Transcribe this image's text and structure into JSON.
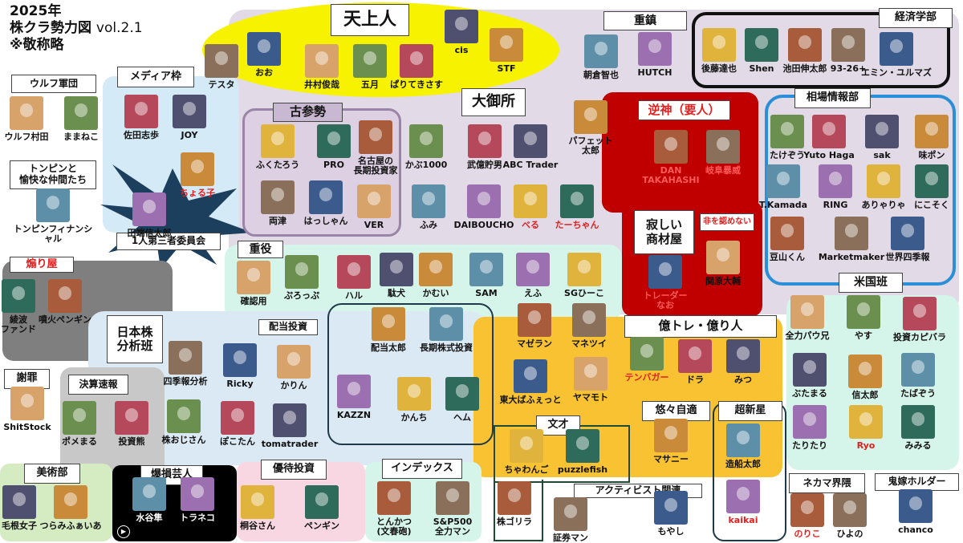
{
  "title": {
    "line1": "2025年",
    "line2": "株クラ勢力図",
    "version": "vol.2.1",
    "note": "※敬称略"
  },
  "colors": {
    "lavender": "#e2dae6",
    "yellow": "#f7f200",
    "red": "#c00000",
    "orange": "#f8c232",
    "mint": "#d6f5ea",
    "lightblue": "#d4ebf7",
    "grey": "#7f7f7f",
    "accent_red": "#e02020"
  },
  "groups": {
    "tenjo": {
      "label": "天上人",
      "members": [
        {
          "name": "テスタ"
        },
        {
          "name": "おお"
        },
        {
          "name": "井村俊哉"
        },
        {
          "name": "五月"
        },
        {
          "name": "ぱりてきさす"
        },
        {
          "name": "cis"
        },
        {
          "name": "STF"
        }
      ]
    },
    "juchin": {
      "label": "重鎮",
      "members": [
        {
          "name": "朝倉智也"
        },
        {
          "name": "HUTCH"
        }
      ]
    },
    "keizai": {
      "label": "経済学部",
      "members": [
        {
          "name": "後藤達也"
        },
        {
          "name": "Shen"
        },
        {
          "name": "池田伸太郎"
        },
        {
          "name": "93-26+"
        },
        {
          "name": "エミン・ユルマズ"
        }
      ]
    },
    "wolf": {
      "label": "ウルフ軍団",
      "members": [
        {
          "name": "ウルフ村田"
        },
        {
          "name": "ままねこ"
        }
      ]
    },
    "media": {
      "label": "メディア枠",
      "members": [
        {
          "name": "佐田志歩"
        },
        {
          "name": "JOY"
        },
        {
          "name": "ちょる子",
          "red": true
        }
      ]
    },
    "tonpin": {
      "label": "トンピンと\n愉快な仲間たち",
      "members": [
        {
          "name": "トンピンフィナンシャル"
        }
      ]
    },
    "daisansha": {
      "label": "1人第三者委員会",
      "members": [
        {
          "name": "田端信太郎"
        }
      ]
    },
    "kosan": {
      "label": "古参勢",
      "members": [
        {
          "name": "ふくたろう"
        },
        {
          "name": "PRO"
        },
        {
          "name": "名古屋の\n長期投資家"
        },
        {
          "name": "両津"
        },
        {
          "name": "はっしゃん"
        },
        {
          "name": "VER"
        }
      ]
    },
    "ogosho": {
      "label": "大御所",
      "members": [
        {
          "name": "かぶ1000"
        },
        {
          "name": "武億貯男"
        },
        {
          "name": "ABC Trader"
        },
        {
          "name": "パフェット\n太郎"
        },
        {
          "name": "ふみ"
        },
        {
          "name": "DAIBOUCHO"
        },
        {
          "name": "べる",
          "red": true
        },
        {
          "name": "たーちゃん",
          "red": true
        }
      ]
    },
    "gyakushin": {
      "label": "逆神（要人）",
      "members": [
        {
          "name": "DAN\nTAKAHASHI"
        },
        {
          "name": "岐阜暴威"
        }
      ]
    },
    "shozai": {
      "label": "寂しい\n商材屋",
      "members": [
        {
          "name": "トレーダー\nなお"
        }
      ]
    },
    "hi": {
      "label": "非を認めない",
      "members": [
        {
          "name": "関原大輔"
        }
      ]
    },
    "soba": {
      "label": "相場情報部",
      "members": [
        {
          "name": "たけぞう"
        },
        {
          "name": "Yuto Haga"
        },
        {
          "name": "sak"
        },
        {
          "name": "味ポン"
        },
        {
          "name": "T.Kamada"
        },
        {
          "name": "RING"
        },
        {
          "name": "ありゃりゃ"
        },
        {
          "name": "にこそく"
        },
        {
          "name": "豆山くん"
        },
        {
          "name": "Marketmaker"
        },
        {
          "name": "世界四季報"
        }
      ]
    },
    "juyaku": {
      "label": "重役",
      "members": [
        {
          "name": "確認用"
        },
        {
          "name": "ぷろっぷ"
        },
        {
          "name": "ハル"
        },
        {
          "name": "駄犬"
        },
        {
          "name": "かむい"
        },
        {
          "name": "SAM"
        },
        {
          "name": "えふ"
        },
        {
          "name": "SGひーこ"
        }
      ]
    },
    "aori": {
      "label": "煽り屋",
      "members": [
        {
          "name": "綾波\nファンド"
        },
        {
          "name": "噴火ペンギン"
        }
      ]
    },
    "nihon": {
      "label": "日本株\n分析班",
      "members": [
        {
          "name": "四季報分析"
        },
        {
          "name": "Ricky"
        },
        {
          "name": "かりん"
        },
        {
          "name": "株おじさん"
        },
        {
          "name": "ぽこたん"
        },
        {
          "name": "tomatrader"
        }
      ]
    },
    "haito": {
      "label": "配当投資",
      "members": [
        {
          "name": "配当太郎"
        },
        {
          "name": "長期株式投資"
        },
        {
          "name": "KAZZN"
        },
        {
          "name": "かんち"
        },
        {
          "name": "ヘム"
        }
      ]
    },
    "okutore": {
      "label": "億トレ・億り人",
      "members": [
        {
          "name": "マゼラン"
        },
        {
          "name": "マネツイ"
        },
        {
          "name": "東大ばふぇっと"
        },
        {
          "name": "ヤマモト"
        },
        {
          "name": "テンバガー",
          "red": true
        },
        {
          "name": "ドラ"
        },
        {
          "name": "みつ"
        }
      ]
    },
    "yuyu": {
      "label": "悠々自適",
      "members": [
        {
          "name": "マサニー"
        }
      ]
    },
    "choshinsei": {
      "label": "超新星",
      "members": [
        {
          "name": "造船太郎"
        },
        {
          "name": "kaikai",
          "red": true
        }
      ]
    },
    "bunsai": {
      "label": "文才",
      "members": [
        {
          "name": "ちゃわんご"
        },
        {
          "name": "puzzlefish"
        },
        {
          "name": "株ゴリラ"
        }
      ]
    },
    "activist": {
      "label": "アクティビスト関連",
      "members": [
        {
          "name": "証券マン"
        },
        {
          "name": "もやし"
        }
      ]
    },
    "beikoku": {
      "label": "米国班",
      "members": [
        {
          "name": "全力パウ兄"
        },
        {
          "name": "やす"
        },
        {
          "name": "投資カピバラ"
        },
        {
          "name": "ぶたまる"
        },
        {
          "name": "信太郎"
        },
        {
          "name": "たばぞう"
        },
        {
          "name": "たりたり"
        },
        {
          "name": "Ryo",
          "red": true
        },
        {
          "name": "みみる"
        }
      ]
    },
    "nekama": {
      "label": "ネカマ界隈",
      "members": [
        {
          "name": "のりこ",
          "red": true
        },
        {
          "name": "ひよの"
        }
      ]
    },
    "oniyome": {
      "label": "鬼嫁ホルダー",
      "members": [
        {
          "name": "chanco"
        }
      ]
    },
    "shazai": {
      "label": "謝罪",
      "members": [
        {
          "name": "ShitStock"
        }
      ]
    },
    "kessan": {
      "label": "決算速報",
      "members": [
        {
          "name": "ポメまる"
        },
        {
          "name": "投資熊"
        }
      ]
    },
    "bijutsu": {
      "label": "美術部",
      "members": [
        {
          "name": "毛根女子"
        },
        {
          "name": "つらみふぁいあ"
        }
      ]
    },
    "bakuson": {
      "label": "爆損芸人",
      "members": [
        {
          "name": "水谷隼"
        },
        {
          "name": "トラネコ"
        }
      ]
    },
    "yutai": {
      "label": "優待投資",
      "members": [
        {
          "name": "桐谷さん"
        },
        {
          "name": "ペンギン"
        }
      ]
    },
    "index": {
      "label": "インデックス",
      "members": [
        {
          "name": "とんかつ\n(文春砲)"
        },
        {
          "name": "S&P500\n全力マン"
        }
      ]
    }
  }
}
